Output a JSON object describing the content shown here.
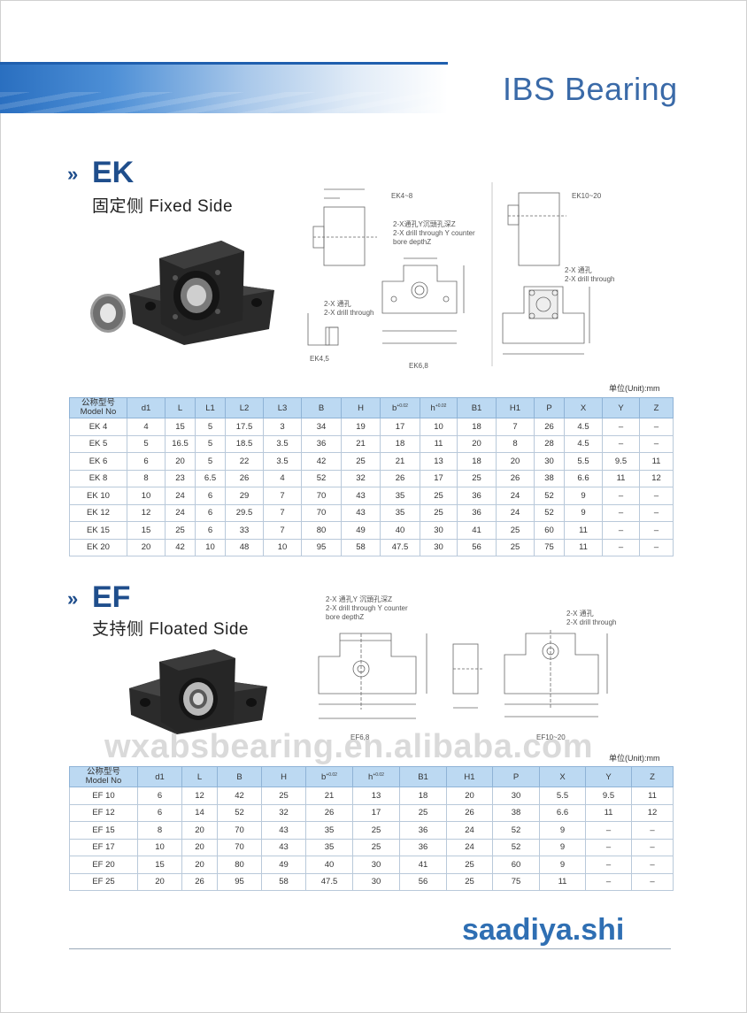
{
  "brand": "IBS Bearing",
  "arrow": "»",
  "unit_label": "单位(Unit):mm",
  "watermark": "wxabsbearing.en.alibaba.com",
  "footer_brand": "saadiya.shi",
  "ek": {
    "title": "EK",
    "subtitle": "固定侧 Fixed Side",
    "diagram_labels": {
      "ek48": "EK4~8",
      "ek1020": "EK10~20",
      "ek45": "EK4,5",
      "ek68": "EK6,8",
      "drill_cn": "2-X通孔Y沉頭孔深Z",
      "drill_en1": "2-X drill through Y counter",
      "drill_en2": "bore depthZ",
      "through_cn": "2-X 通孔",
      "through_en": "2-X drill through",
      "through_cn2": "2-X 通孔",
      "through_en2": "2-X drill through"
    },
    "headers": [
      "公称型号",
      "Model No",
      "d1",
      "L",
      "L1",
      "L2",
      "L3",
      "B",
      "H",
      "b",
      "h",
      "B1",
      "H1",
      "P",
      "X",
      "Y",
      "Z"
    ],
    "tol": "+0.02",
    "rows": [
      [
        "EK 4",
        "4",
        "15",
        "5",
        "17.5",
        "3",
        "34",
        "19",
        "17",
        "10",
        "18",
        "7",
        "26",
        "4.5",
        "–",
        "–"
      ],
      [
        "EK 5",
        "5",
        "16.5",
        "5",
        "18.5",
        "3.5",
        "36",
        "21",
        "18",
        "11",
        "20",
        "8",
        "28",
        "4.5",
        "–",
        "–"
      ],
      [
        "EK 6",
        "6",
        "20",
        "5",
        "22",
        "3.5",
        "42",
        "25",
        "21",
        "13",
        "18",
        "20",
        "30",
        "5.5",
        "9.5",
        "11"
      ],
      [
        "EK 8",
        "8",
        "23",
        "6.5",
        "26",
        "4",
        "52",
        "32",
        "26",
        "17",
        "25",
        "26",
        "38",
        "6.6",
        "11",
        "12"
      ],
      [
        "EK 10",
        "10",
        "24",
        "6",
        "29",
        "7",
        "70",
        "43",
        "35",
        "25",
        "36",
        "24",
        "52",
        "9",
        "–",
        "–"
      ],
      [
        "EK 12",
        "12",
        "24",
        "6",
        "29.5",
        "7",
        "70",
        "43",
        "35",
        "25",
        "36",
        "24",
        "52",
        "9",
        "–",
        "–"
      ],
      [
        "EK 15",
        "15",
        "25",
        "6",
        "33",
        "7",
        "80",
        "49",
        "40",
        "30",
        "41",
        "25",
        "60",
        "11",
        "–",
        "–"
      ],
      [
        "EK 20",
        "20",
        "42",
        "10",
        "48",
        "10",
        "95",
        "58",
        "47.5",
        "30",
        "56",
        "25",
        "75",
        "11",
        "–",
        "–"
      ]
    ]
  },
  "ef": {
    "title": "EF",
    "subtitle": "支持侧 Floated Side",
    "diagram_labels": {
      "ef68": "EF6,8",
      "ef1020": "EF10~20",
      "drill_cn": "2-X 通孔Y 沉頭孔深Z",
      "drill_en1": "2-X drill through Y counter",
      "drill_en2": "bore depthZ",
      "through_cn": "2-X 通孔",
      "through_en": "2-X drill through"
    },
    "headers": [
      "公称型号",
      "Model No",
      "d1",
      "L",
      "B",
      "H",
      "b",
      "h",
      "B1",
      "H1",
      "P",
      "X",
      "Y",
      "Z"
    ],
    "tol": "+0.02",
    "rows": [
      [
        "EF 10",
        "6",
        "12",
        "42",
        "25",
        "21",
        "13",
        "18",
        "20",
        "30",
        "5.5",
        "9.5",
        "11"
      ],
      [
        "EF 12",
        "6",
        "14",
        "52",
        "32",
        "26",
        "17",
        "25",
        "26",
        "38",
        "6.6",
        "11",
        "12"
      ],
      [
        "EF 15",
        "8",
        "20",
        "70",
        "43",
        "35",
        "25",
        "36",
        "24",
        "52",
        "9",
        "–",
        "–"
      ],
      [
        "EF 17",
        "10",
        "20",
        "70",
        "43",
        "35",
        "25",
        "36",
        "24",
        "52",
        "9",
        "–",
        "–"
      ],
      [
        "EF 20",
        "15",
        "20",
        "80",
        "49",
        "40",
        "30",
        "41",
        "25",
        "60",
        "9",
        "–",
        "–"
      ],
      [
        "EF 25",
        "20",
        "26",
        "95",
        "58",
        "47.5",
        "30",
        "56",
        "25",
        "75",
        "11",
        "–",
        "–"
      ]
    ]
  }
}
